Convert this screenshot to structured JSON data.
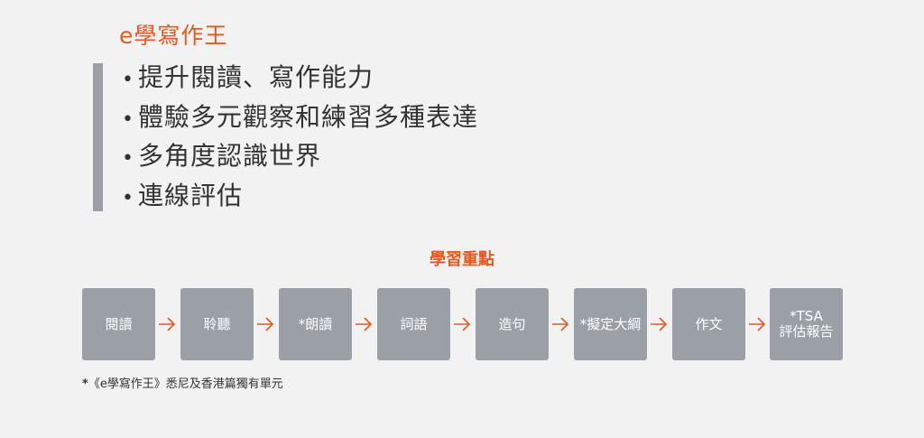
{
  "colors": {
    "accent": "#e8581c",
    "box": "#9aa0a6",
    "background": "#f2f2f2",
    "text": "#333333"
  },
  "header": {
    "title": "e學寫作王"
  },
  "bullets": [
    "提升閱讀、寫作能力",
    "體驗多元觀察和練習多種表達",
    "多角度認識世界",
    "連線評估"
  ],
  "bullet_symbol": "•",
  "section": {
    "title": "學習重點"
  },
  "steps": [
    "閱讀",
    "聆聽",
    "*朗讀",
    "詞語",
    "造句",
    "*擬定大綱",
    "作文",
    "*TSA\n評估報告"
  ],
  "arrow_icon": "arrow-right-icon",
  "footnote": {
    "star": "*",
    "text": "《e學寫作王》悉尼及香港篇獨有單元"
  }
}
